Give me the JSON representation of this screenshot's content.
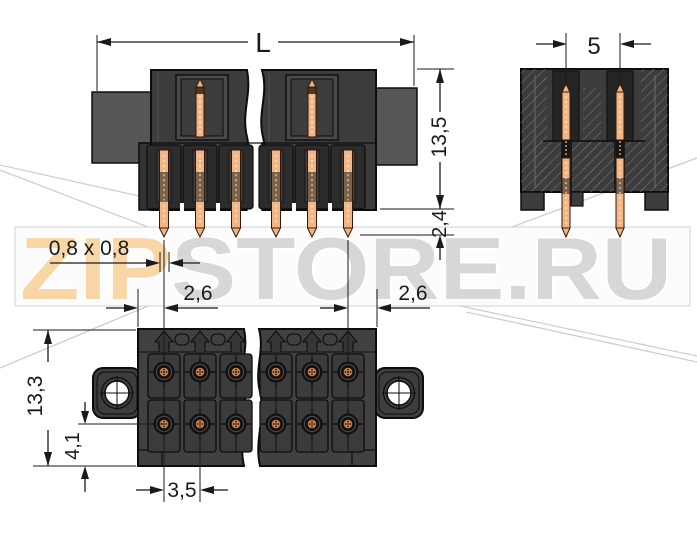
{
  "watermark": {
    "brand_zip": "ZIP",
    "brand_rest": "STORE.RU"
  },
  "dimensions": {
    "total_length": "L",
    "pin_spacing": "5",
    "height_above_board": "13,5",
    "pin_protrusion": "2,4",
    "pin_cross_section": "0,8 x 0,8",
    "end_offset_left": "2,6",
    "end_offset_right": "2,6",
    "housing_depth": "13,3",
    "row_spacing": "4,1",
    "pole_pitch": "3,5"
  },
  "colors": {
    "dim": "#1a1a1a",
    "line": "#0d0d0d",
    "body-dark": "#2c2c2c",
    "body-mid": "#3c3c3c",
    "body-light": "#4a4a4a",
    "block-gray": "#565656",
    "bottom-body": "#414141",
    "copper": "#f2b584",
    "copper-deep": "#c9854f",
    "wm-orange": "#f9d6a6",
    "wm-gray": "#d7d7d7",
    "wm-line": "#cfcfcf",
    "band-fill": "#fcfcfc",
    "band-stroke": "#dadada"
  }
}
